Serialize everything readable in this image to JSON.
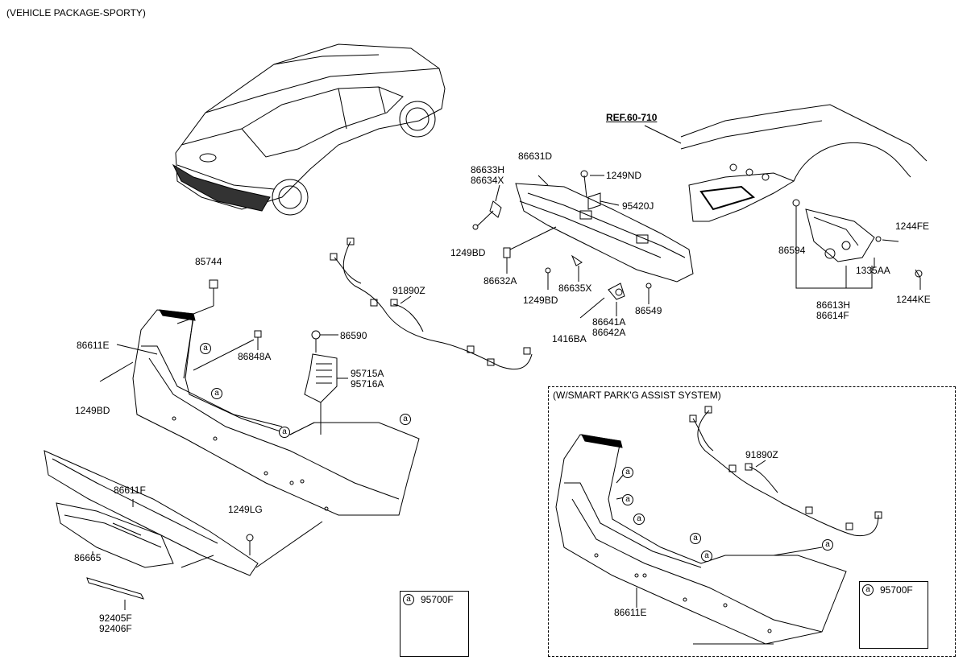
{
  "headers": {
    "package": "(VEHICLE PACKAGE-SPORTY)",
    "option": "(W/SMART PARK'G ASSIST SYSTEM)"
  },
  "ref": "REF.60-710",
  "callout_letter": "a",
  "parts": {
    "p86631D": "86631D",
    "p86633H": "86633H",
    "p86634X": "86634X",
    "p1249ND": "1249ND",
    "p95420J": "95420J",
    "p1249BD_top": "1249BD",
    "p86632A": "86632A",
    "p86635X": "86635X",
    "p1249BD_mid": "1249BD",
    "p86549": "86549",
    "p86641A": "86641A",
    "p86642A": "86642A",
    "p1416BA": "1416BA",
    "p91890Z": "91890Z",
    "p85744": "85744",
    "p86611E": "86611E",
    "p86848A": "86848A",
    "p86590": "86590",
    "p95715A": "95715A",
    "p95716A": "95716A",
    "p1249BD_left": "1249BD",
    "p86611F": "86611F",
    "p1249LG": "1249LG",
    "p86665": "86665",
    "p92405F": "92405F",
    "p92406F": "92406F",
    "p95700F_left": "95700F",
    "p1244FE": "1244FE",
    "p86594": "86594",
    "p1335AA": "1335AA",
    "p1244KE": "1244KE",
    "p86613H": "86613H",
    "p86614F": "86614F",
    "p91890Z_opt": "91890Z",
    "p86611E_opt": "86611E",
    "p95700F_right": "95700F"
  }
}
